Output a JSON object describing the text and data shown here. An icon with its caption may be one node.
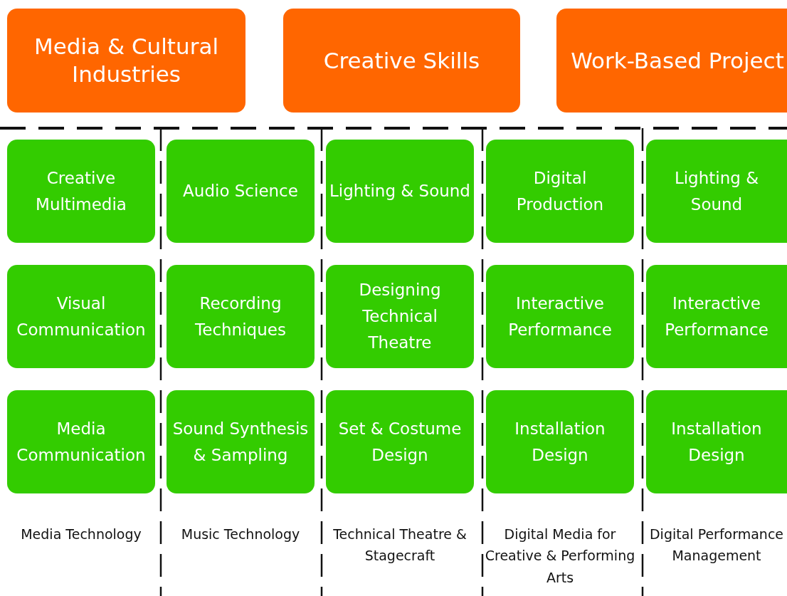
{
  "diagram": {
    "nodes": [
      {
        "text": [
          "Media & Cultural Industries"
        ]
      },
      {
        "text": [
          "Creative Skills"
        ]
      },
      {
        "text": [
          "Work-Based Project"
        ]
      },
      {
        "text": [
          "Creative Multimedia"
        ]
      },
      {
        "text": [
          "Audio Science"
        ]
      },
      {
        "text": [
          "Lighting & Sound"
        ]
      },
      {
        "text": [
          "Digital Production"
        ]
      },
      {
        "text": [
          "Lighting & Sound"
        ]
      },
      {
        "text": [
          "Visual Communication"
        ]
      },
      {
        "text": [
          "Recording Techniques"
        ]
      },
      {
        "text": [
          "Designing Technical Theatre"
        ]
      },
      {
        "text": [
          "Interactive Performance"
        ]
      },
      {
        "text": [
          "Interactive Performance"
        ]
      },
      {
        "text": [
          "Media Communication"
        ]
      },
      {
        "text": [
          "Sound Synthesis & Sampling"
        ]
      },
      {
        "text": [
          "Set & Costume Design"
        ]
      },
      {
        "text": [
          "Installation Design"
        ]
      },
      {
        "text": [
          "Installation Design"
        ]
      }
    ],
    "edges": [],
    "labels": [
      "Media Technology",
      "Music Technology",
      "Technical Theatre & Stagecraft",
      "Digital Media for Creative & Performing Arts",
      "Digital Performance Management"
    ]
  }
}
